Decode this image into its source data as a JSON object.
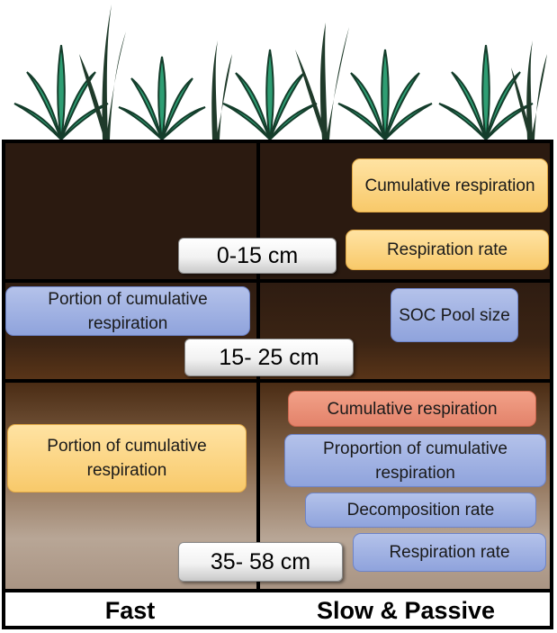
{
  "columns": {
    "fast": "Fast",
    "slow": "Slow & Passive"
  },
  "depths": {
    "d1": "0-15 cm",
    "d2": "15- 25 cm",
    "d3": "35- 58 cm"
  },
  "layer1": {
    "cumulative_respiration": "Cumulative respiration",
    "respiration_rate": "Respiration rate"
  },
  "layer2": {
    "portion_cumulative_respiration": "Portion of cumulative respiration",
    "soc_pool_size": "SOC Pool size"
  },
  "layer3": {
    "portion_cumulative_respiration": "Portion of cumulative respiration",
    "cumulative_respiration": "Cumulative respiration",
    "proportion_cumulative_respiration": "Proportion of cumulative respiration",
    "decomposition_rate": "Decomposition rate",
    "respiration_rate": "Respiration rate"
  },
  "colors": {
    "orange_box": "#f8c96a",
    "blue_box": "#8fa3dc",
    "salmon_box": "#e3826a",
    "plant_green": "#2e9e73",
    "grass_dark": "#1f3a2a",
    "soil_top": "#2b1a10",
    "soil_bottom": "#a99483"
  },
  "icons": [
    "rosette-plant-icon",
    "grass-blade-icon"
  ]
}
